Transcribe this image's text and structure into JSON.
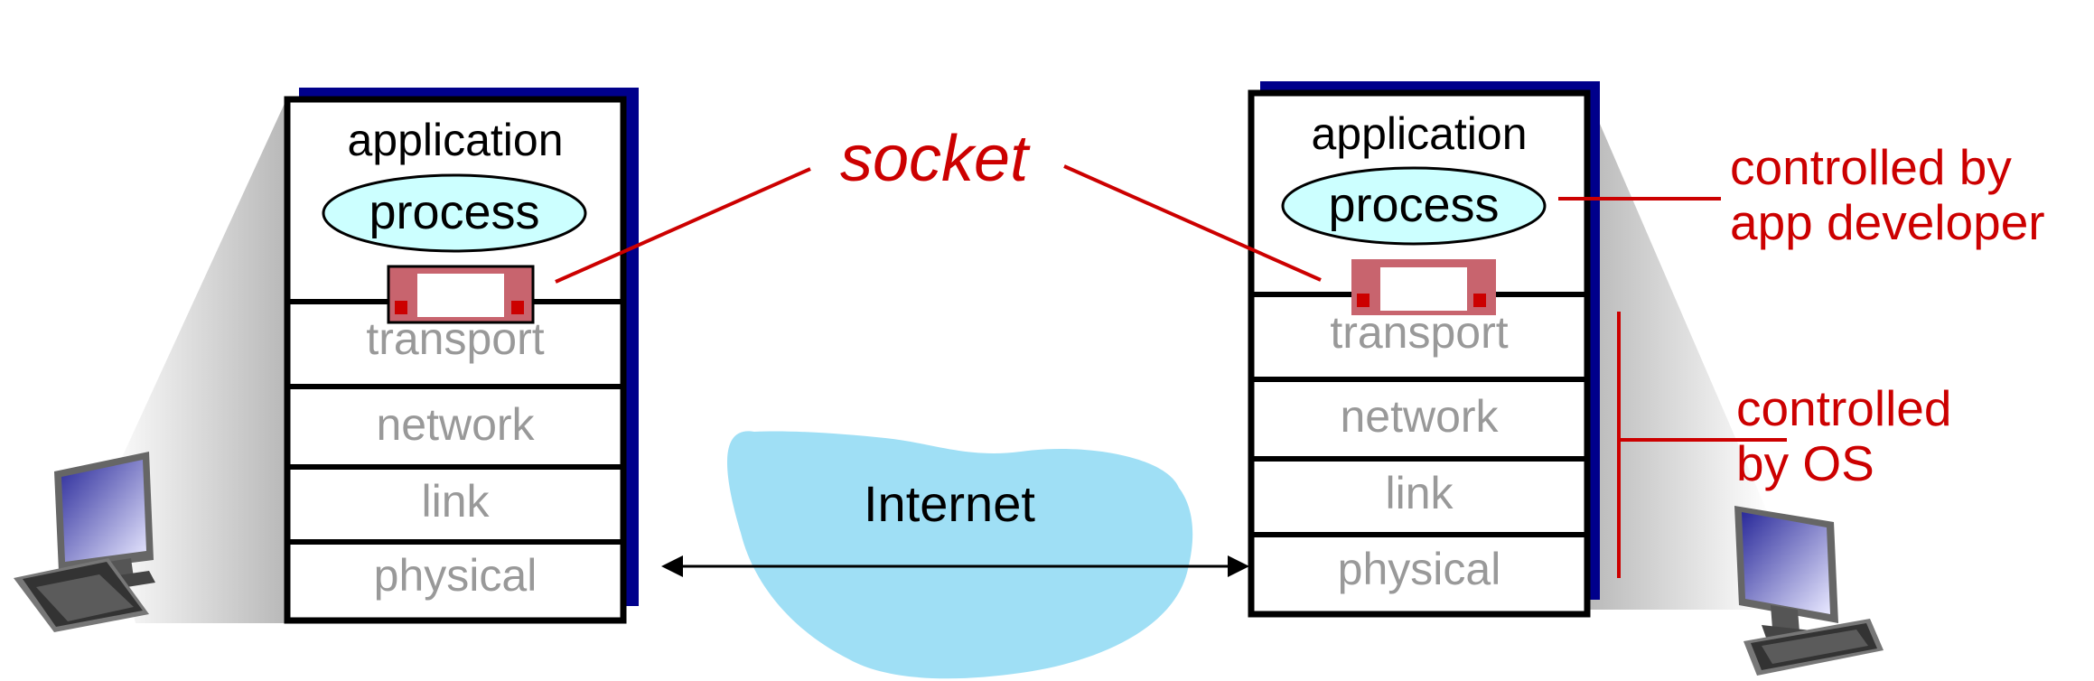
{
  "left_host": {
    "application": "application",
    "process": "process",
    "layers": [
      "transport",
      "network",
      "link",
      "physical"
    ]
  },
  "right_host": {
    "application": "application",
    "process": "process",
    "layers": [
      "transport",
      "network",
      "link",
      "physical"
    ]
  },
  "socket_label": "socket",
  "internet_label": "Internet",
  "annotations": {
    "app_developer_line1": "controlled by",
    "app_developer_line2": "app developer",
    "os_line1": "controlled",
    "os_line2": "by OS"
  },
  "colors": {
    "accent_red": "#cc0000",
    "stack_shadow": "#00008b",
    "process_fill": "#ccffff",
    "socket_fill": "#c8646e",
    "cloud_fill": "#9fdff5",
    "layer_text": "#999999"
  }
}
